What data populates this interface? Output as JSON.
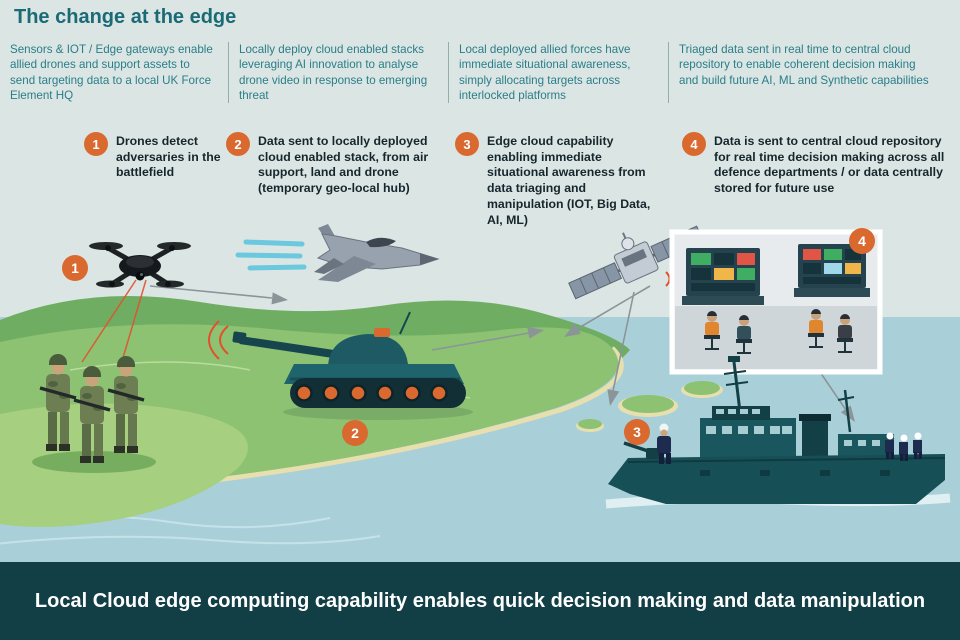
{
  "header": {
    "title": "The change at the edge"
  },
  "intro_columns": [
    "Sensors & IOT / Edge gateways enable allied drones and support assets to send targeting data to a local UK Force Element HQ",
    "Locally deploy cloud enabled stacks leveraging AI innovation to analyse drone video in response to emerging threat",
    "Local deployed allied forces have immediate situational awareness, simply allocating targets across interlocked platforms",
    "Triaged data sent in real time to central cloud repository to enable coherent decision making and build future AI, ML and Synthetic capabilities"
  ],
  "steps": [
    {
      "num": "1",
      "text": "Drones detect adversaries in the battlefield"
    },
    {
      "num": "2",
      "text": "Data sent to locally deployed cloud enabled stack, from air support, land and drone (temporary geo-local hub)"
    },
    {
      "num": "3",
      "text": "Edge cloud capability enabling immediate situational awareness from data triaging and manipulation (IOT, Big Data, AI, ML)"
    },
    {
      "num": "4",
      "text": "Data is sent to central cloud repository for real time decision making across all defence departments / or data centrally stored for future use"
    }
  ],
  "scene": {
    "markers": [
      "1",
      "2",
      "3",
      "4"
    ],
    "icons": [
      "drone-icon",
      "soldiers-icon",
      "fighter-jet-icon",
      "tank-icon",
      "satellite-icon",
      "control-room-photo",
      "navy-ship-icon",
      "data-flow-arrows"
    ]
  },
  "banner": {
    "text": "Local Cloud edge computing capability enables quick decision making and data manipulation"
  },
  "colors": {
    "bg": "#dbe5e4",
    "teal": "#1a6b75",
    "teal2": "#2a7e88",
    "ink": "#15262c",
    "orange": "#d9692e",
    "banner": "#123f46",
    "water": "#a9d0d9",
    "arrow": "#8b9598",
    "red": "#e2502e",
    "land1": "#6fae62",
    "land2": "#8cc272",
    "land3": "#a6cf80",
    "sand": "#e8dfae",
    "ship": "#174f57"
  }
}
